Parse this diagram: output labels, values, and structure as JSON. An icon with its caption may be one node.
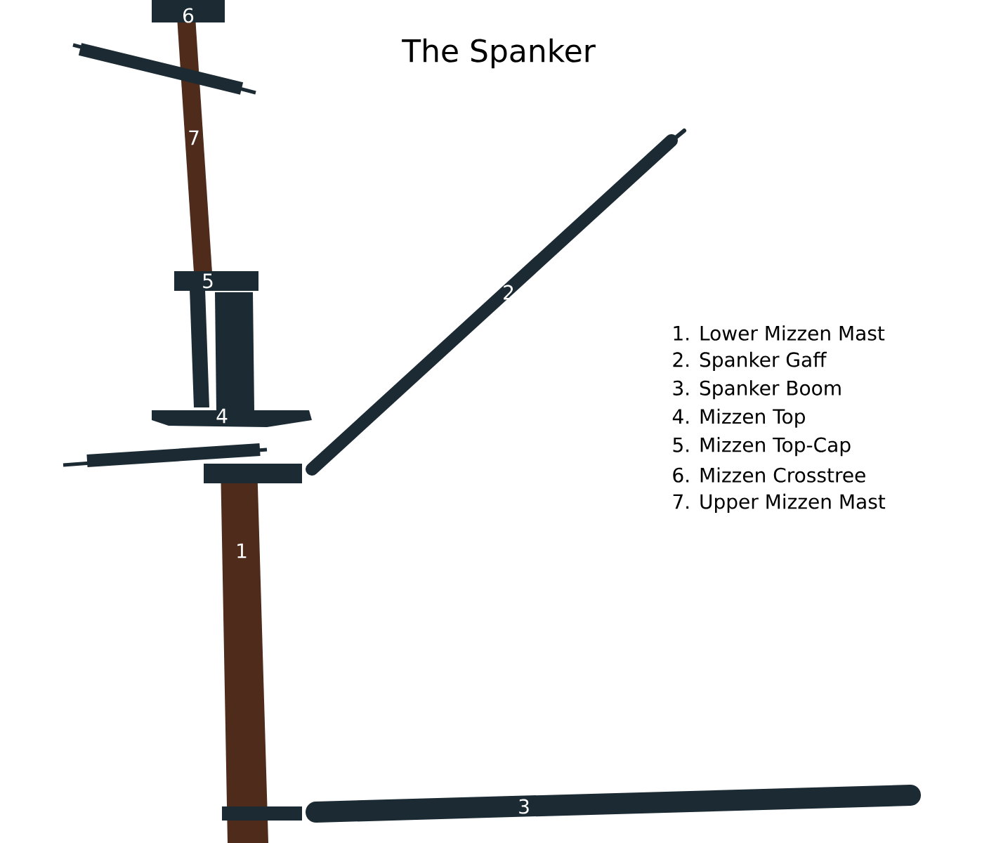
{
  "diagram": {
    "title": "The Spanker",
    "labels": [
      "6",
      "7",
      "5",
      "2",
      "4",
      "1",
      "3",
      "1. Lower Mizzen Mast",
      "2. Spanker Gaff",
      "3. Spanker Boom",
      "4. Mizzen Top",
      "5. Mizzen Top-Cap",
      "6. Mizzen Crosstree",
      "7. Upper Mizzen Mast"
    ]
  }
}
